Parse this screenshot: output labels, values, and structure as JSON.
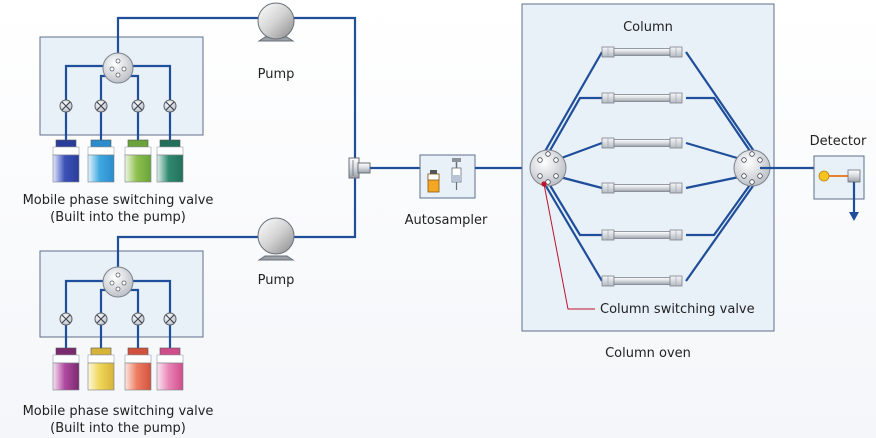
{
  "labels": {
    "pump_top": "Pump",
    "pump_bottom": "Pump",
    "mp_valve_top_line1": "Mobile phase switching valve",
    "mp_valve_top_line2": "(Built into the pump)",
    "mp_valve_bottom_line1": "Mobile phase switching valve",
    "mp_valve_bottom_line2": "(Built into the pump)",
    "autosampler": "Autosampler",
    "column": "Column",
    "column_oven": "Column oven",
    "column_switching_valve": "Column switching valve",
    "detector": "Detector"
  },
  "colors": {
    "pipe": "#1f4e9a",
    "panel_fill": "#e8f0f8",
    "panel_stroke": "#5f6f8a",
    "pointer": "#c0122a",
    "bottles_top": [
      {
        "cap": "#2b3d9a",
        "body": "#3c52b8",
        "light": "#e6eaff"
      },
      {
        "cap": "#2a8ccc",
        "body": "#3fa8df",
        "light": "#e4f4fc"
      },
      {
        "cap": "#6aa43a",
        "body": "#8fc04f",
        "light": "#eef7e4"
      },
      {
        "cap": "#23705a",
        "body": "#2f8a6e",
        "light": "#e1f1ec"
      }
    ],
    "bottles_bottom": [
      {
        "cap": "#7a2a6e",
        "body": "#b04aa0",
        "light": "#f8e4f3"
      },
      {
        "cap": "#d6b43a",
        "body": "#f0d658",
        "light": "#fcf7dc"
      },
      {
        "cap": "#d2523e",
        "body": "#ee7e63",
        "light": "#fde8e2"
      },
      {
        "cap": "#cf4d8a",
        "body": "#e985b6",
        "light": "#fbe6f1"
      }
    ]
  }
}
